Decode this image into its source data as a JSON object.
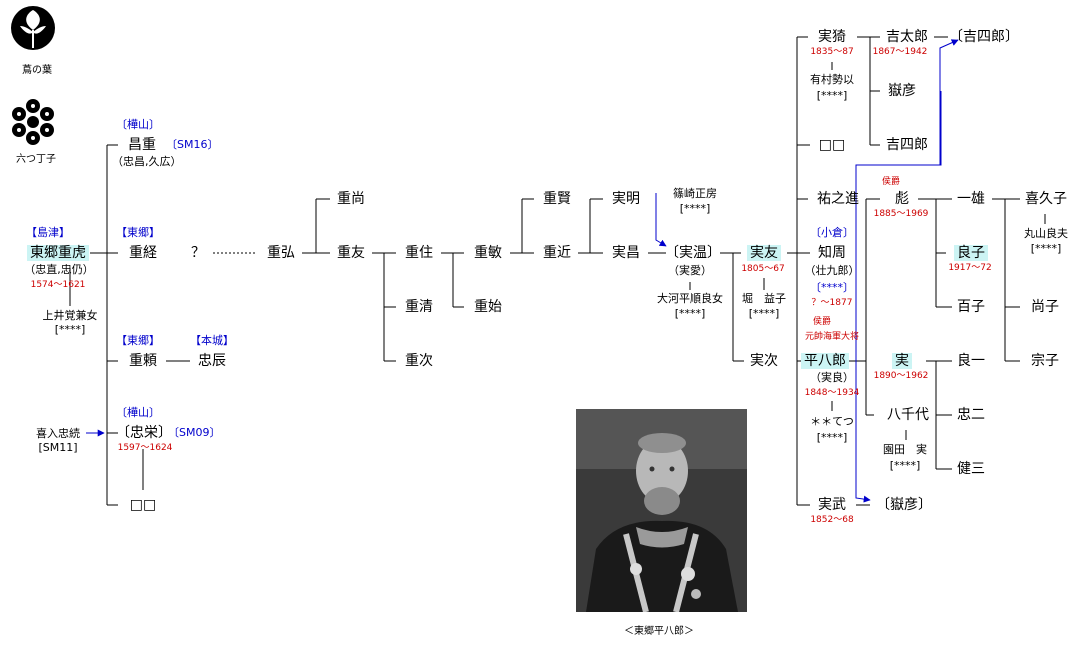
{
  "crests": {
    "crest1_label": "蔦の葉",
    "crest2_label": "六つ丁子"
  },
  "caption": "＜東郷平八郎＞",
  "people": {
    "shigetora": {
      "name": "東郷重虎",
      "alias": "（忠直,忠仍）",
      "years": "1574～1621",
      "clan": "【島津】"
    },
    "shigetora_wife": {
      "name": "上井覚兼女",
      "note": "[****]"
    },
    "masashige": {
      "name": "昌重",
      "clan": "〔樺山〕",
      "code": "〔SM16〕",
      "alias": "（忠昌,久広）"
    },
    "shigetsune": {
      "name": "重経",
      "clan": "【東郷】"
    },
    "unknown": {
      "name": "？"
    },
    "shigehiro": {
      "name": "重弘"
    },
    "shigenao": {
      "name": "重尚"
    },
    "shigetomo": {
      "name": "重友"
    },
    "shigezumi": {
      "name": "重住"
    },
    "shigekiyo": {
      "name": "重清"
    },
    "shigetsugu": {
      "name": "重次"
    },
    "shigetoshi": {
      "name": "重敏"
    },
    "shigeharu": {
      "name": "重始"
    },
    "shigekata": {
      "name": "重賢"
    },
    "shigechika": {
      "name": "重近"
    },
    "saneaki": {
      "name": "実明"
    },
    "sanemasa": {
      "name": "実昌"
    },
    "shinozaki": {
      "name": "篠崎正房",
      "note": "[****]"
    },
    "sanenuku": {
      "name": "〔実温〕",
      "alias": "（実愛）"
    },
    "ogawa": {
      "name": "大河平順良女",
      "note": "[****]"
    },
    "sanetomo": {
      "name": "実友",
      "years": "1805～67"
    },
    "hori": {
      "name": "堀　益子",
      "note": "[****]"
    },
    "sanetsugu": {
      "name": "実次"
    },
    "shigeyori": {
      "name": "重頼",
      "clan": "【東郷】"
    },
    "tadatoki": {
      "name": "忠辰",
      "clan": "【本城】"
    },
    "kiire": {
      "name": "喜入忠続",
      "code": "[SM11]"
    },
    "tadamune": {
      "name": "〔忠栄〕",
      "clan": "〔樺山〕",
      "code": "〔SM09〕",
      "years": "1597～1624"
    },
    "blank1": {
      "name": "□□"
    },
    "saneyoshi": {
      "name": "実猗",
      "years": "1835～87"
    },
    "arimura": {
      "name": "有村勢以",
      "note": "[****]"
    },
    "blank2": {
      "name": "□□"
    },
    "sukenoshin": {
      "name": "祐之進"
    },
    "tomochika": {
      "name": "知周",
      "clan": "〔小倉〕",
      "alias": "（壮九郎）",
      "note": "〔****〕",
      "years": "？～1877"
    },
    "heihachiro": {
      "name": "平八郎",
      "title1": "侯爵",
      "title2": "元帥海軍大将",
      "alias": "（実良）",
      "years": "1848～1934"
    },
    "tetsu": {
      "name": "＊＊てつ",
      "note": "[****]"
    },
    "sanetake": {
      "name": "実武",
      "years": "1852～68"
    },
    "kichitaro": {
      "name": "吉太郎",
      "years": "1867～1942"
    },
    "kichishiro1": {
      "name": "〔吉四郎〕"
    },
    "takehiko1": {
      "name": "嶽彦"
    },
    "kichishiro2": {
      "name": "吉四郎"
    },
    "hyo": {
      "name": "彪",
      "title": "侯爵",
      "years": "1885～1969"
    },
    "minoru": {
      "name": "実",
      "years": "1890～1962"
    },
    "yachiyo": {
      "name": "八千代"
    },
    "sonoda": {
      "name": "園田　実",
      "note": "[****]"
    },
    "takehiko2": {
      "name": "〔嶽彦〕"
    },
    "kazuo": {
      "name": "一雄"
    },
    "yoshiko": {
      "name": "良子",
      "years": "1917～72"
    },
    "momoko": {
      "name": "百子"
    },
    "ryoichi": {
      "name": "良一"
    },
    "tadaji": {
      "name": "忠二"
    },
    "kenzo": {
      "name": "健三"
    },
    "kikuko": {
      "name": "喜久子"
    },
    "maruyama": {
      "name": "丸山良夫",
      "note": "[****]"
    },
    "hisako": {
      "name": "尚子"
    },
    "muneko": {
      "name": "宗子"
    }
  }
}
